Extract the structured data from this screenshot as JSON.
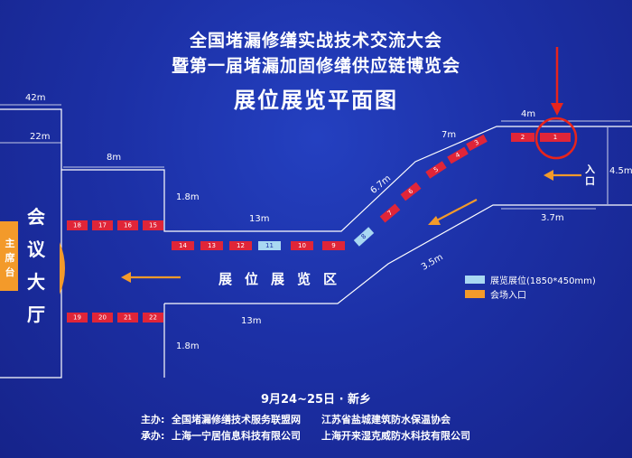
{
  "title": {
    "line1": "全国堵漏修缮实战技术交流大会",
    "line2": "暨第一届堵漏加固修缮供应链博览会",
    "line3": "展位展览平面图"
  },
  "hall": {
    "name": "会议大厅",
    "stage": "主席台"
  },
  "zone_label": "展位展览区",
  "entrance_label": "入口",
  "dimensions": [
    "42m",
    "22m",
    "8m",
    "1.8m",
    "13m",
    "6.7m",
    "7m",
    "4m",
    "4.5m",
    "3.7m",
    "3.5m",
    "13m",
    "1.8m"
  ],
  "booths_top": [
    "18",
    "17",
    "16",
    "15"
  ],
  "booths_mid": [
    "14",
    "13",
    "12",
    "11",
    "10",
    "9"
  ],
  "booths_diag": [
    "8",
    "7",
    "6",
    "5",
    "4",
    "3"
  ],
  "booths_right": [
    "2",
    "1"
  ],
  "booths_bottom": [
    "19",
    "20",
    "21",
    "22"
  ],
  "legend": [
    {
      "label": "展览展位(1850*450mm)",
      "color": "#a9d8f2"
    },
    {
      "label": "会场入口",
      "color": "#f39a2a"
    }
  ],
  "date": "9月24~25日 · 新乡",
  "organizers": [
    "主办:  全国堵漏修缮技术服务联盟网      江苏省盐城建筑防水保温协会",
    "承办:  上海一宁居信息科技有限公司      上海开来湿克威防水科技有限公司"
  ],
  "colors": {
    "background": "#1c30a6",
    "booth": "#e02538",
    "booth_exhibit": "#a9d8f2",
    "entrance": "#f39a2a",
    "marker": "#e8241c"
  }
}
